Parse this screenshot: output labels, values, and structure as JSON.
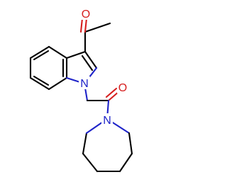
{
  "molecule": {
    "atoms": {
      "indole_nitrogen": {
        "symbol": "N",
        "color": "#1f24c9"
      },
      "acetyl_oxygen": {
        "symbol": "O",
        "color": "#d61f1f"
      },
      "amide_oxygen": {
        "symbol": "O",
        "color": "#d61f1f"
      },
      "azepane_nitrogen": {
        "symbol": "N",
        "color": "#1f24c9"
      }
    },
    "bond_color": "#000000"
  }
}
